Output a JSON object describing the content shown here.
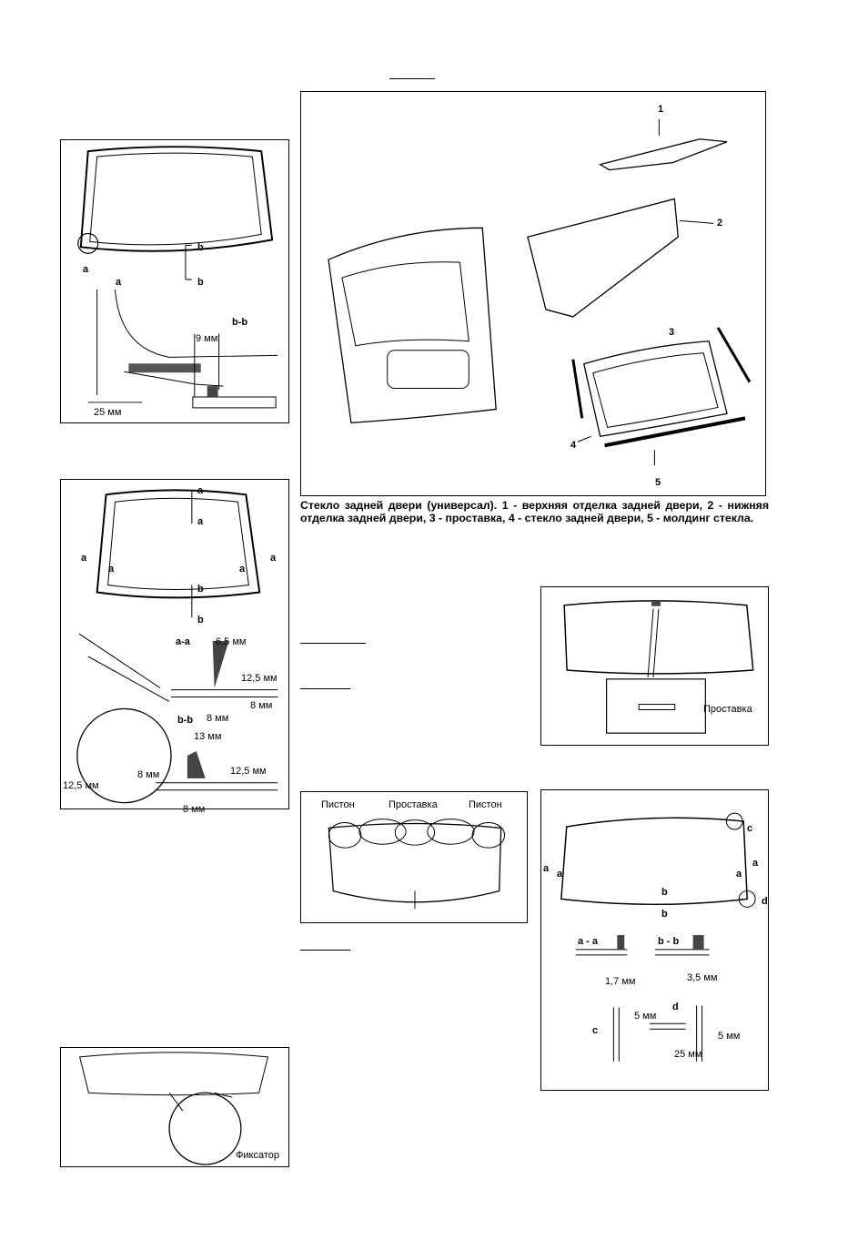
{
  "panel_windshield": {
    "label_a": "a",
    "label_a2": "a",
    "label_b_top": "b",
    "label_b_bottom": "b",
    "section_bb": "b-b",
    "dim_9": "9 мм",
    "dim_25": "25 мм"
  },
  "panel_main": {
    "callout_1": "1",
    "callout_2": "2",
    "callout_3": "3",
    "callout_4": "4",
    "callout_5": "5"
  },
  "caption": "Стекло задней двери (универсал). 1 - верхняя отделка задней двери, 2 - нижняя отделка задней двери, 3 - проставка, 4 - стекло задней двери, 5 - молдинг стекла.",
  "panel_rear_sections": {
    "a_top_1": "a",
    "a_top_2": "a",
    "a_left_1": "a",
    "a_left_2": "a",
    "a_right_1": "a",
    "a_right_2": "a",
    "b_1": "b",
    "b_2": "b",
    "sec_aa": "a-a",
    "sec_bb": "b-b",
    "dim_65": "6,5 мм",
    "dim_125a": "12,5 мм",
    "dim_8a": "8 мм",
    "dim_8b": "8 мм",
    "dim_13": "13 мм",
    "dim_125b": "12,5 мм",
    "dim_8c": "8 мм",
    "dim_8d": "8 мм",
    "dim_125c": "12,5 мм"
  },
  "panel_spacer": {
    "label": "Проставка"
  },
  "panel_pistons": {
    "piston_left": "Пистон",
    "spacer": "Проставка",
    "piston_right": "Пистон"
  },
  "panel_install": {
    "c": "c",
    "d": "d",
    "a1": "a",
    "a2": "a",
    "a3": "a",
    "a4": "a",
    "b1": "b",
    "b2": "b",
    "sec_aa": "a - a",
    "sec_bb": "b - b",
    "dim_17": "1,7 мм",
    "dim_35": "3,5 мм",
    "c2": "c",
    "d2": "d",
    "dim_5a": "5 мм",
    "dim_5b": "5 мм",
    "dim_25": "25 мм"
  },
  "panel_latch": {
    "label": "Фиксатор"
  }
}
